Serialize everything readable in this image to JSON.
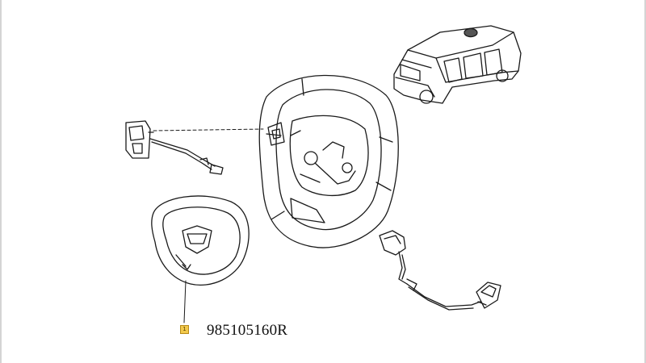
{
  "diagram": {
    "part_number": "985105160R",
    "callout_marker": "1"
  },
  "icons": [
    "vehicle-silhouette",
    "steering-wheel",
    "control-switch",
    "airbag-cover",
    "wiring-harness",
    "remote-button"
  ]
}
